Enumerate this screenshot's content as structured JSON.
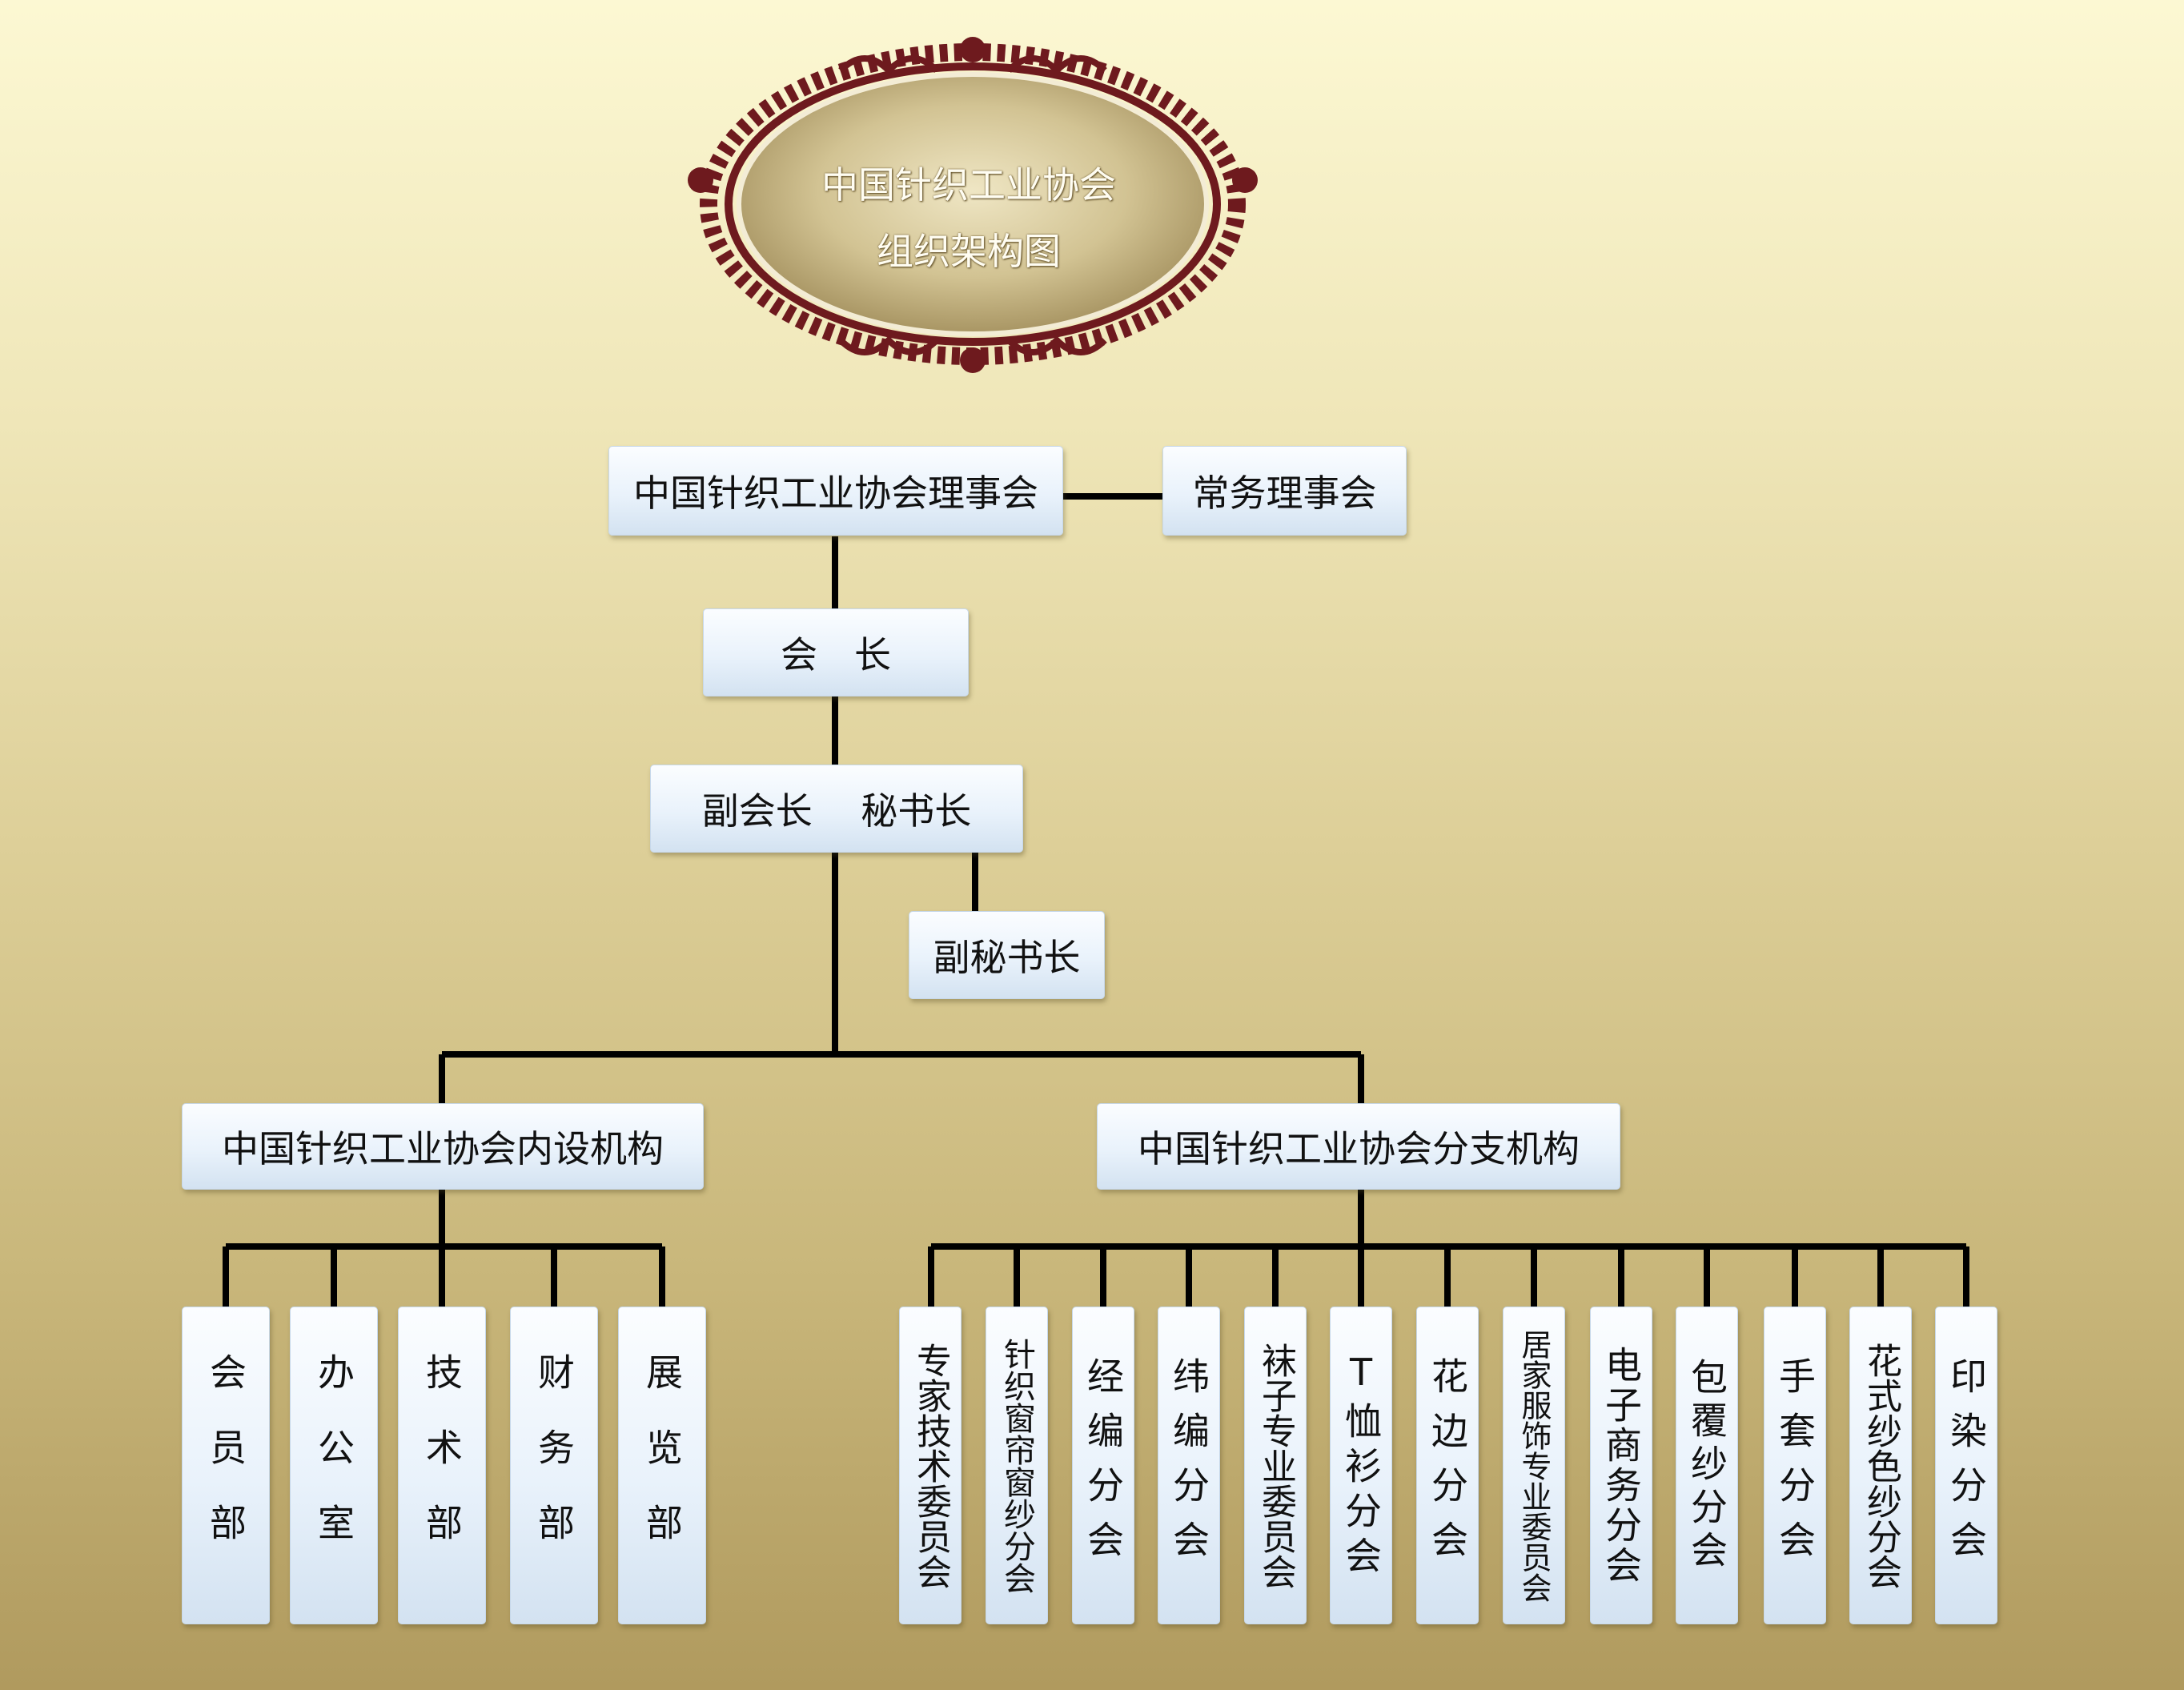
{
  "emblem": {
    "line1": "中国针织工业协会",
    "line2": "组织架构图"
  },
  "top": {
    "council": "中国针织工业协会理事会",
    "standing": "常务理事会",
    "president": "会　长",
    "vp_sg": "副会长　 秘书长",
    "deputy_sg": "副秘书长"
  },
  "branches": {
    "internal": "中国针织工业协会内设机构",
    "branch": "中国针织工业协会分支机构"
  },
  "internal_depts": [
    "会员部",
    "办公室",
    "技术部",
    "财务部",
    "展览部"
  ],
  "branch_units": [
    "专家技术委员会",
    "针织窗帘窗纱分会",
    "经编分会",
    "纬编分会",
    "袜子专业委员会",
    "T恤衫分会",
    "花边分会",
    "居家服饰专业委员会",
    "电子商务分会",
    "包覆纱分会",
    "手套分会",
    "花式纱色纱分会",
    "印染分会"
  ],
  "colors": {
    "line": "#000000",
    "frame": "#6e1a1e",
    "medallion": "#d6c89a"
  }
}
